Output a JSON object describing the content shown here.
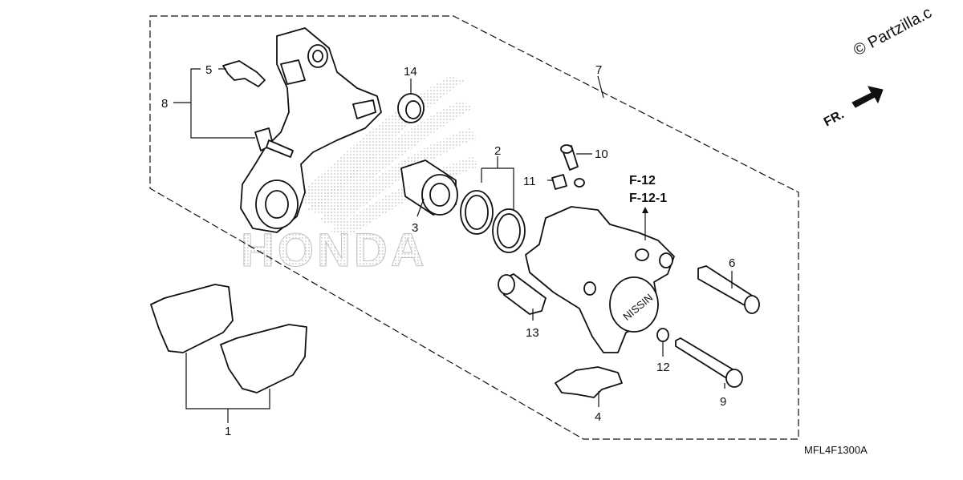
{
  "diagram": {
    "watermark": "© Partzilla.c",
    "direction_label": "FR.",
    "ref_codes": [
      "F-12",
      "F-12-1"
    ],
    "diagram_code": "MFL4F1300A",
    "logo_text": "HONDA",
    "caliper_emblem": "NISSIN",
    "callouts": [
      "1",
      "2",
      "3",
      "4",
      "5",
      "6",
      "7",
      "8",
      "9",
      "10",
      "11",
      "12",
      "13",
      "14"
    ]
  }
}
